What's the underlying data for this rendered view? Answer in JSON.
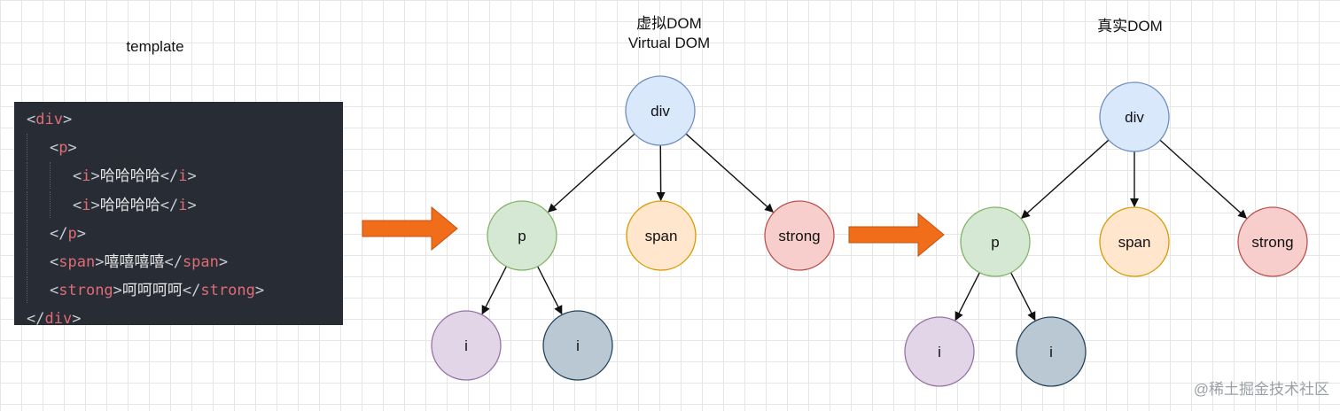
{
  "labels": {
    "template": "template",
    "virtual_dom_cn": "虚拟DOM",
    "virtual_dom_en": "Virtual DOM",
    "real_dom": "真实DOM"
  },
  "code": {
    "lines": [
      {
        "indent": 0,
        "parts": [
          [
            "p",
            "<"
          ],
          [
            "t",
            "div"
          ],
          [
            "p",
            ">"
          ]
        ]
      },
      {
        "indent": 1,
        "parts": [
          [
            "p",
            "<"
          ],
          [
            "t",
            "p"
          ],
          [
            "p",
            ">"
          ]
        ]
      },
      {
        "indent": 2,
        "parts": [
          [
            "p",
            "<"
          ],
          [
            "t",
            "i"
          ],
          [
            "p",
            ">"
          ],
          [
            "x",
            "哈哈哈哈"
          ],
          [
            "p",
            "</"
          ],
          [
            "t",
            "i"
          ],
          [
            "p",
            ">"
          ]
        ]
      },
      {
        "indent": 2,
        "parts": [
          [
            "p",
            "<"
          ],
          [
            "t",
            "i"
          ],
          [
            "p",
            ">"
          ],
          [
            "x",
            "哈哈哈哈"
          ],
          [
            "p",
            "</"
          ],
          [
            "t",
            "i"
          ],
          [
            "p",
            ">"
          ]
        ]
      },
      {
        "indent": 1,
        "parts": [
          [
            "p",
            "</"
          ],
          [
            "t",
            "p"
          ],
          [
            "p",
            ">"
          ]
        ]
      },
      {
        "indent": 1,
        "parts": [
          [
            "p",
            "<"
          ],
          [
            "t",
            "span"
          ],
          [
            "p",
            ">"
          ],
          [
            "x",
            "嘻嘻嘻嘻"
          ],
          [
            "p",
            "</"
          ],
          [
            "t",
            "span"
          ],
          [
            "p",
            ">"
          ]
        ]
      },
      {
        "indent": 1,
        "parts": [
          [
            "p",
            "<"
          ],
          [
            "t",
            "strong"
          ],
          [
            "p",
            ">"
          ],
          [
            "x",
            "呵呵呵呵"
          ],
          [
            "p",
            "</"
          ],
          [
            "t",
            "strong"
          ],
          [
            "p",
            ">"
          ]
        ]
      },
      {
        "indent": 0,
        "parts": [
          [
            "p",
            "</"
          ],
          [
            "t",
            "div"
          ],
          [
            "p",
            ">"
          ]
        ]
      }
    ]
  },
  "trees": [
    {
      "id": "virtual",
      "nodes": [
        {
          "key": "div",
          "label": "div",
          "fill": "#dae8fc",
          "stroke": "#6c8ebf"
        },
        {
          "key": "p",
          "label": "p",
          "fill": "#d5e8d4",
          "stroke": "#82b366"
        },
        {
          "key": "span",
          "label": "span",
          "fill": "#ffe6cc",
          "stroke": "#d79b00"
        },
        {
          "key": "strong",
          "label": "strong",
          "fill": "#f8cecc",
          "stroke": "#b85450"
        },
        {
          "key": "i1",
          "label": "i",
          "fill": "#e1d5e7",
          "stroke": "#9673a6"
        },
        {
          "key": "i2",
          "label": "i",
          "fill": "#bac8d3",
          "stroke": "#23445d"
        }
      ]
    },
    {
      "id": "real",
      "nodes": [
        {
          "key": "div",
          "label": "div",
          "fill": "#dae8fc",
          "stroke": "#6c8ebf"
        },
        {
          "key": "p",
          "label": "p",
          "fill": "#d5e8d4",
          "stroke": "#82b366"
        },
        {
          "key": "span",
          "label": "span",
          "fill": "#ffe6cc",
          "stroke": "#d79b00"
        },
        {
          "key": "strong",
          "label": "strong",
          "fill": "#f8cecc",
          "stroke": "#b85450"
        },
        {
          "key": "i1",
          "label": "i",
          "fill": "#e1d5e7",
          "stroke": "#9673a6"
        },
        {
          "key": "i2",
          "label": "i",
          "fill": "#bac8d3",
          "stroke": "#23445d"
        }
      ]
    }
  ],
  "edges": [
    [
      "div",
      "p"
    ],
    [
      "div",
      "span"
    ],
    [
      "div",
      "strong"
    ],
    [
      "p",
      "i1"
    ],
    [
      "p",
      "i2"
    ]
  ],
  "arrow_color": "#f26d1a",
  "watermark": "@稀土掘金技术社区"
}
